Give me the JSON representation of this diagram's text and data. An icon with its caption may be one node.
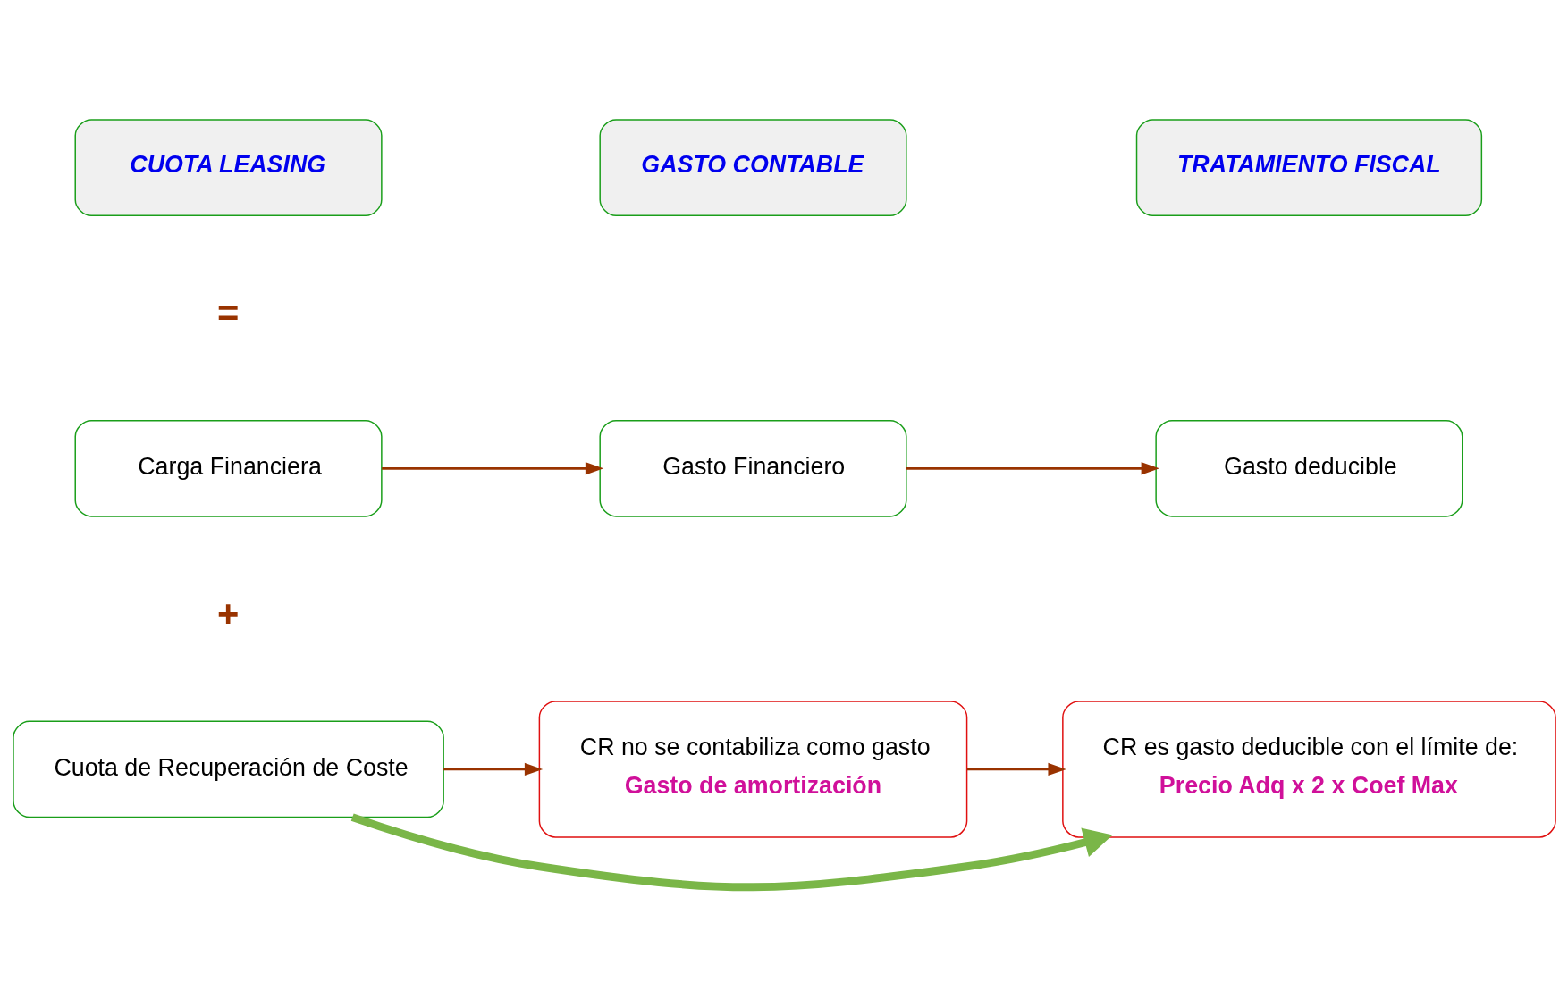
{
  "diagram": {
    "nodes": [
      {
        "text": [
          "CUOTA LEASING"
        ]
      },
      {
        "text": [
          "GASTO CONTABLE"
        ]
      },
      {
        "text": [
          "TRATAMIENTO FISCAL"
        ]
      },
      {
        "text": [
          "Carga Financiera"
        ]
      },
      {
        "text": [
          "Gasto Financiero"
        ]
      },
      {
        "text": [
          "Gasto deducible"
        ]
      },
      {
        "text": [
          "Cuota de Recuperación de Coste"
        ]
      },
      {
        "text": [
          "CR no se contabiliza como gasto",
          "Gasto de amortización"
        ]
      },
      {
        "text": [
          "CR es gasto deducible con el límite de:",
          "Precio Adq x 2 x Coef Max"
        ]
      }
    ],
    "edges": [
      {
        "from": 3,
        "to": 4,
        "arrow": "to"
      },
      {
        "from": 4,
        "to": 5,
        "arrow": "to"
      },
      {
        "from": 6,
        "to": 7,
        "arrow": "to"
      },
      {
        "from": 6,
        "to": 8,
        "arrow": "to",
        "style": "thick",
        "color": "#7ab648"
      },
      {
        "from": 7,
        "to": 8,
        "arrow": "to"
      }
    ],
    "labels": [
      "=",
      "+"
    ]
  }
}
